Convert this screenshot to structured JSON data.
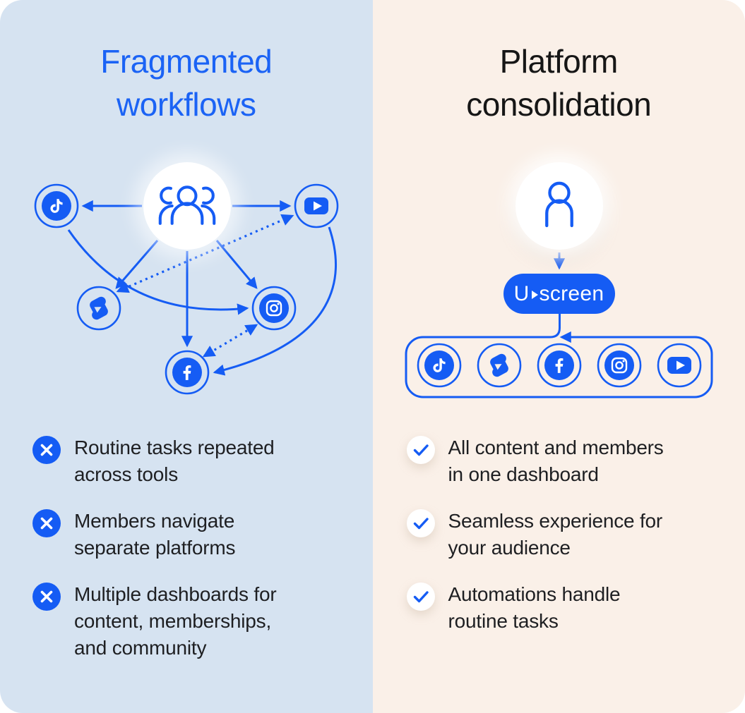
{
  "left_panel": {
    "title": "Fragmented\nworkflows",
    "center_icon": "team-group-icon",
    "diagram_platforms": [
      "tiktok",
      "youtube",
      "youtube-shorts",
      "instagram",
      "facebook"
    ],
    "diagram_style": "tangled arrows between audience and platforms (solid, dotted, curved)",
    "bullets": [
      {
        "icon": "x-icon",
        "text": "Routine tasks repeated\nacross tools"
      },
      {
        "icon": "x-icon",
        "text": "Members navigate\nseparate platforms"
      },
      {
        "icon": "x-icon",
        "text": "Multiple dashboards for\ncontent, memberships,\nand community"
      }
    ]
  },
  "right_panel": {
    "title": "Platform\nconsolidation",
    "center_icon": "single-user-icon",
    "logo": {
      "pre": "U",
      "separator": "play-triangle-icon",
      "post": "screen"
    },
    "diagram_platforms": [
      "tiktok",
      "youtube-shorts",
      "facebook",
      "instagram",
      "youtube"
    ],
    "diagram_style": "user -> Uscreen -> single container of platforms",
    "bullets": [
      {
        "icon": "check-icon",
        "text": "All content and members\nin one dashboard"
      },
      {
        "icon": "check-icon",
        "text": "Seamless experience for\nyour audience"
      },
      {
        "icon": "check-icon",
        "text": "Automations handle\nroutine tasks"
      }
    ]
  },
  "colors": {
    "accent_blue": "#155CF4",
    "title_blue": "#1B63F5",
    "left_bg": "#D6E3F1",
    "right_bg": "#FAF0E8",
    "dark_text": "#1E1F22",
    "white": "#FFFFFF"
  }
}
